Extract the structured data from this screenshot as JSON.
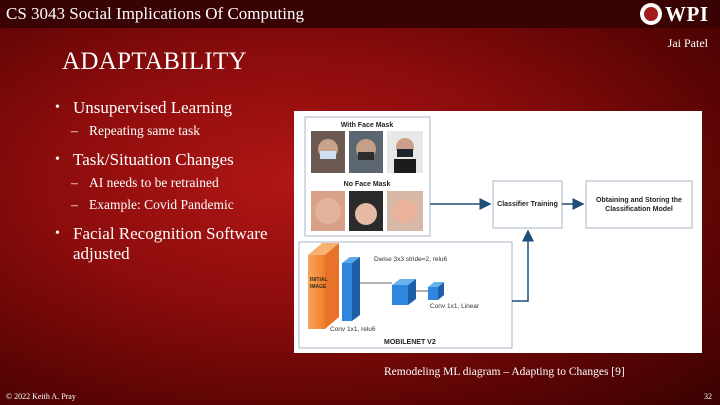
{
  "header": {
    "course_title": "CS 3043 Social Implications Of Computing",
    "logo_text": "WPI",
    "author": "Jai Patel"
  },
  "slide": {
    "title": "ADAPTABILITY",
    "bullets": [
      {
        "text": "Unsupervised Learning",
        "subs": [
          "Repeating same task"
        ]
      },
      {
        "text": "Task/Situation Changes",
        "subs": [
          "AI needs to be retrained",
          "Example: Covid Pandemic"
        ]
      },
      {
        "text": "Facial Recognition Software adjusted",
        "subs": []
      }
    ]
  },
  "diagram": {
    "with_mask_label": "With Face Mask",
    "no_mask_label": "No Face Mask",
    "classifier_label": "Classifier Training",
    "storing_label": "Obtaining and Storing the Classification Model",
    "initial_image_label": "INITIAL IMAGE",
    "dwise_label": "Dwise 3x3 stride=2, relu6",
    "conv_relu_label": "Conv 1x1, relu6",
    "conv_linear_label": "Conv 1x1, Linear",
    "network_label": "MOBILENET V2"
  },
  "caption": "Remodeling ML diagram – Adapting to Changes [9]",
  "footer": {
    "copyright": "© 2022 Keith A. Pray",
    "page_number": "32"
  }
}
